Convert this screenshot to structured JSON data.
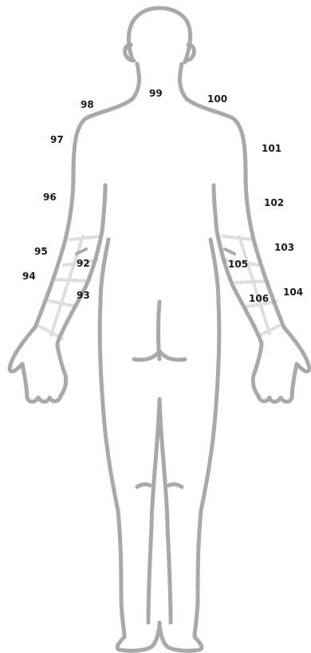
{
  "figure": {
    "outline_color": "#a9a9a9",
    "band_color": "#dedede",
    "text_color": "#1a1a1a"
  },
  "labels": {
    "l92": "92",
    "l93": "93",
    "l94": "94",
    "l95": "95",
    "l96": "96",
    "l97": "97",
    "l98": "98",
    "l99": "99",
    "l100": "100",
    "l101": "101",
    "l102": "102",
    "l103": "103",
    "l104": "104",
    "l105": "105",
    "l106": "106"
  }
}
